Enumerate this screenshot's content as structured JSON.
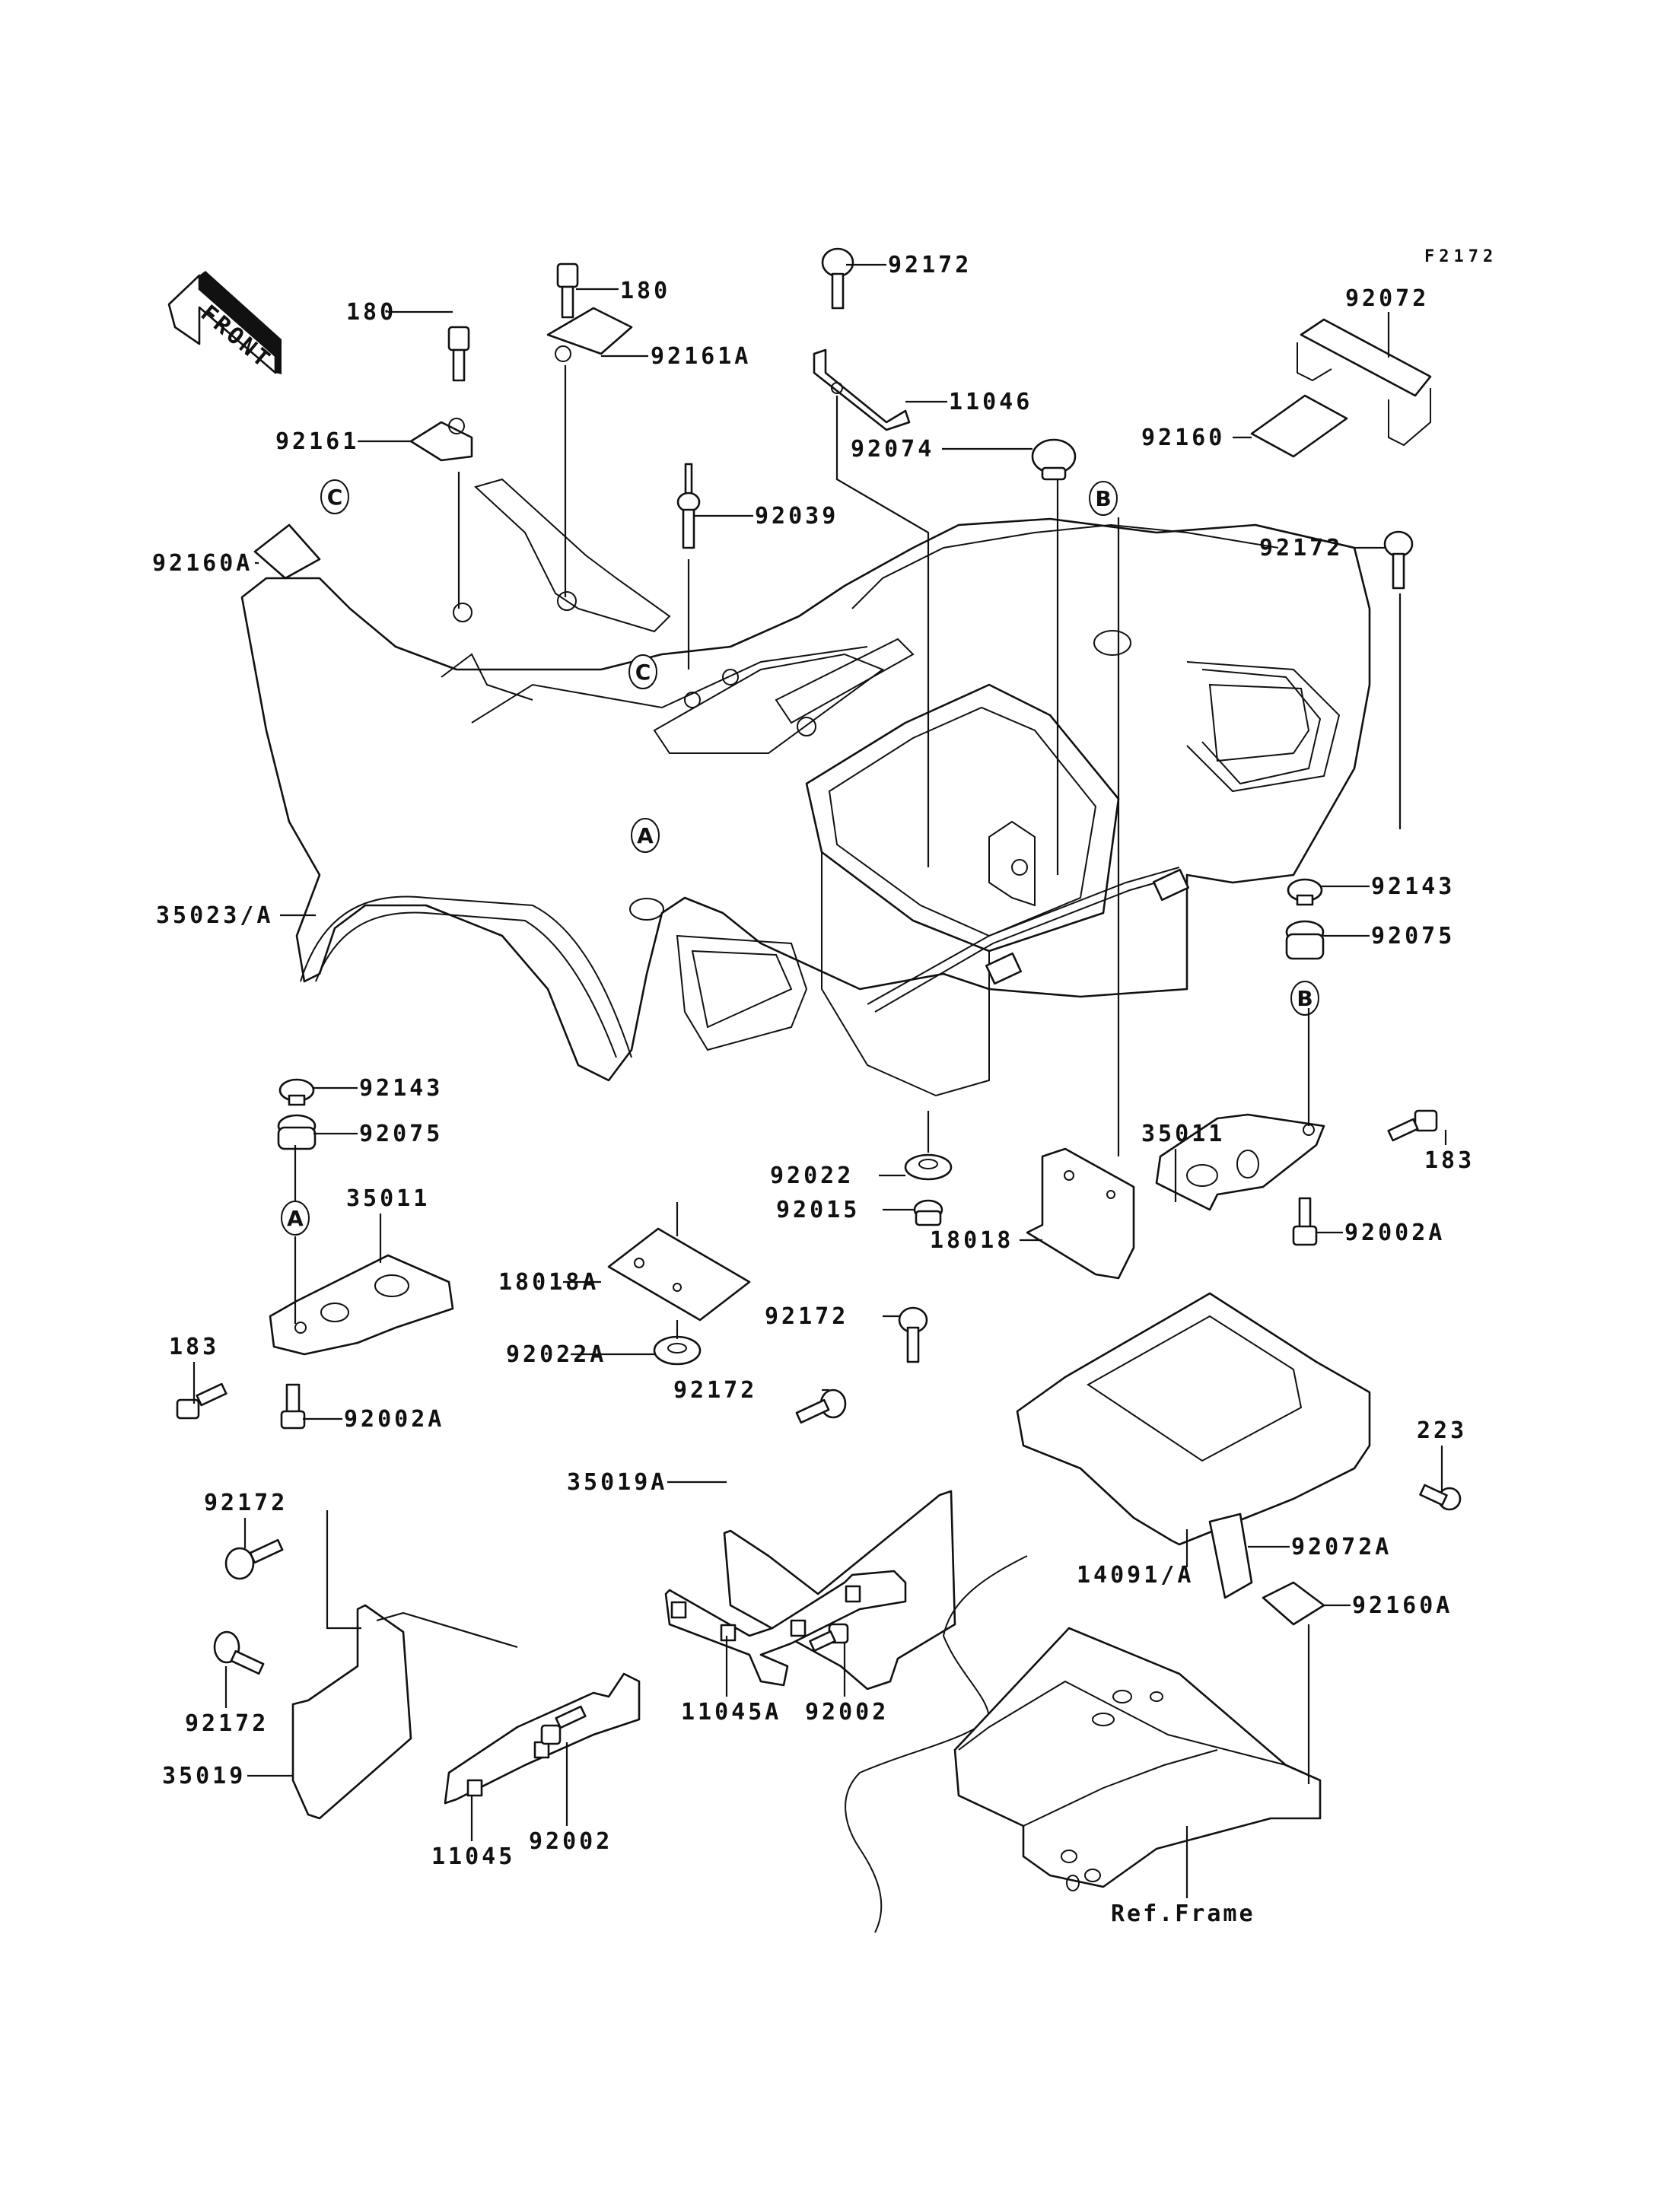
{
  "diagram": {
    "figure_code": "F2172",
    "front_arrow_label": "FRONT",
    "reference_label": "Ref.Frame",
    "circle_markers": [
      "A",
      "B",
      "C"
    ],
    "callouts": [
      {
        "id": "c1",
        "part": "180"
      },
      {
        "id": "c2",
        "part": "180"
      },
      {
        "id": "c3",
        "part": "92161A"
      },
      {
        "id": "c4",
        "part": "92161"
      },
      {
        "id": "c5",
        "part": "92172"
      },
      {
        "id": "c6",
        "part": "11046"
      },
      {
        "id": "c7",
        "part": "92074"
      },
      {
        "id": "c8",
        "part": "92072"
      },
      {
        "id": "c9",
        "part": "92160"
      },
      {
        "id": "c10",
        "part": "92039"
      },
      {
        "id": "c11",
        "part": "92160A"
      },
      {
        "id": "c12",
        "part": "92172"
      },
      {
        "id": "c13",
        "part": "35023/A"
      },
      {
        "id": "c14",
        "part": "92143"
      },
      {
        "id": "c15",
        "part": "92075"
      },
      {
        "id": "c16",
        "part": "35011"
      },
      {
        "id": "c17",
        "part": "183"
      },
      {
        "id": "c18",
        "part": "92002A"
      },
      {
        "id": "c19",
        "part": "92143"
      },
      {
        "id": "c20",
        "part": "92075"
      },
      {
        "id": "c21",
        "part": "35011"
      },
      {
        "id": "c22",
        "part": "183"
      },
      {
        "id": "c23",
        "part": "92002A"
      },
      {
        "id": "c24",
        "part": "92022"
      },
      {
        "id": "c25",
        "part": "92015"
      },
      {
        "id": "c26",
        "part": "18018A"
      },
      {
        "id": "c27",
        "part": "92022A"
      },
      {
        "id": "c28",
        "part": "18018"
      },
      {
        "id": "c29",
        "part": "92172"
      },
      {
        "id": "c30",
        "part": "92172"
      },
      {
        "id": "c31",
        "part": "35019A"
      },
      {
        "id": "c32",
        "part": "223"
      },
      {
        "id": "c33",
        "part": "14091/A"
      },
      {
        "id": "c34",
        "part": "92072A"
      },
      {
        "id": "c35",
        "part": "92160A"
      },
      {
        "id": "c36",
        "part": "92172"
      },
      {
        "id": "c37",
        "part": "92172"
      },
      {
        "id": "c38",
        "part": "35019"
      },
      {
        "id": "c39",
        "part": "11045"
      },
      {
        "id": "c40",
        "part": "92002"
      },
      {
        "id": "c41",
        "part": "11045A"
      },
      {
        "id": "c42",
        "part": "92002"
      }
    ]
  }
}
